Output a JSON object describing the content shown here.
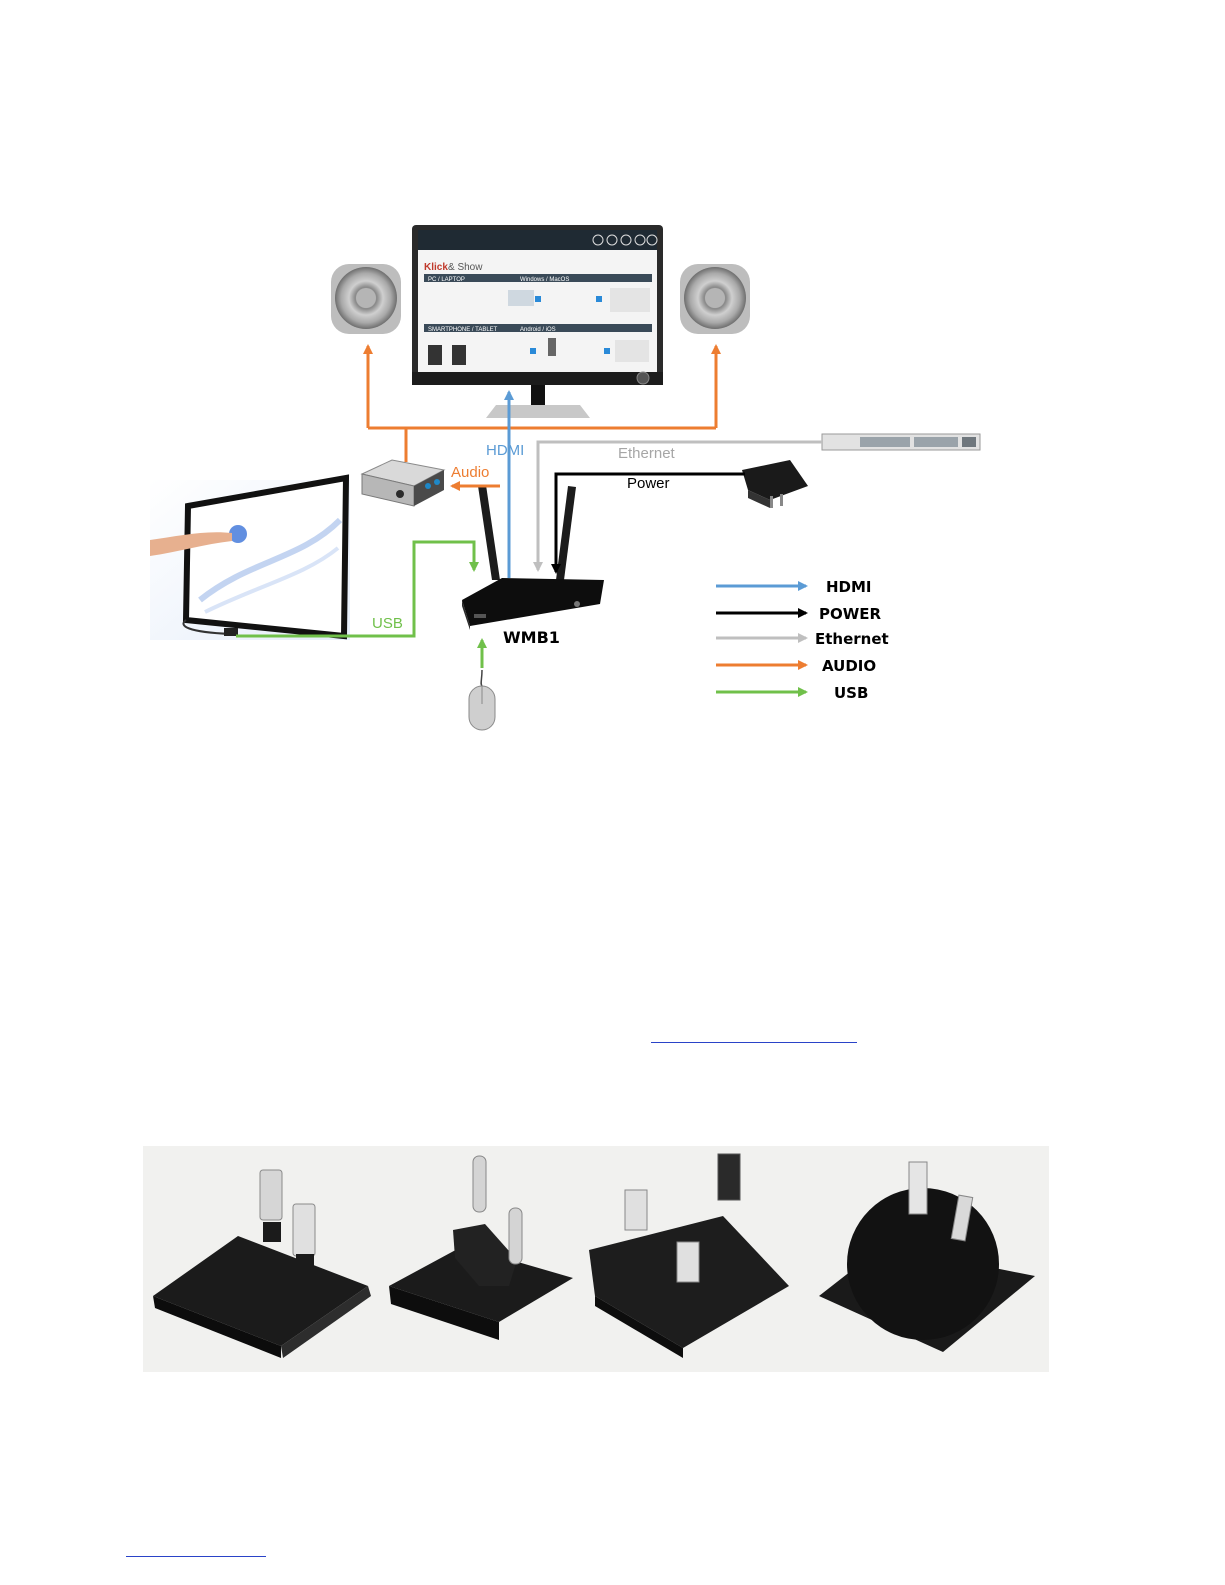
{
  "diagram": {
    "device_name": "WMB1",
    "connection_labels": {
      "hdmi": "HDMI",
      "audio": "Audio",
      "ethernet": "Ethernet",
      "power": "Power",
      "usb": "USB"
    },
    "legend": [
      {
        "label": "HDMI",
        "color": "#5b9bd5"
      },
      {
        "label": "POWER",
        "color": "#000000"
      },
      {
        "label": "Ethernet",
        "color": "#bfbfbf"
      },
      {
        "label": "AUDIO",
        "color": "#ed7d31"
      },
      {
        "label": "USB",
        "color": "#70c04a"
      }
    ],
    "screen": {
      "brand": "Klick",
      "brand_rest": " & Show",
      "section1": "PC / LAPTOP",
      "section1_right": "Windows / MacOS",
      "section2": "SMARTPHONE / TABLET",
      "section2_right": "Android / iOS"
    },
    "icons": [
      "speaker-icon",
      "monitor-icon",
      "touchscreen-icon",
      "audio-amplifier-icon",
      "network-switch-icon",
      "power-adapter-icon",
      "router-icon",
      "mouse-icon"
    ]
  },
  "plugs": {
    "items": [
      "us-plug-icon",
      "eu-plug-icon",
      "uk-plug-icon",
      "au-plug-icon"
    ]
  },
  "colors": {
    "hdmi": "#5b9bd5",
    "audio": "#ed7d31",
    "ethernet": "#bfbfbf",
    "power": "#000000",
    "usb": "#70c04a",
    "link": "#2a43c8"
  }
}
